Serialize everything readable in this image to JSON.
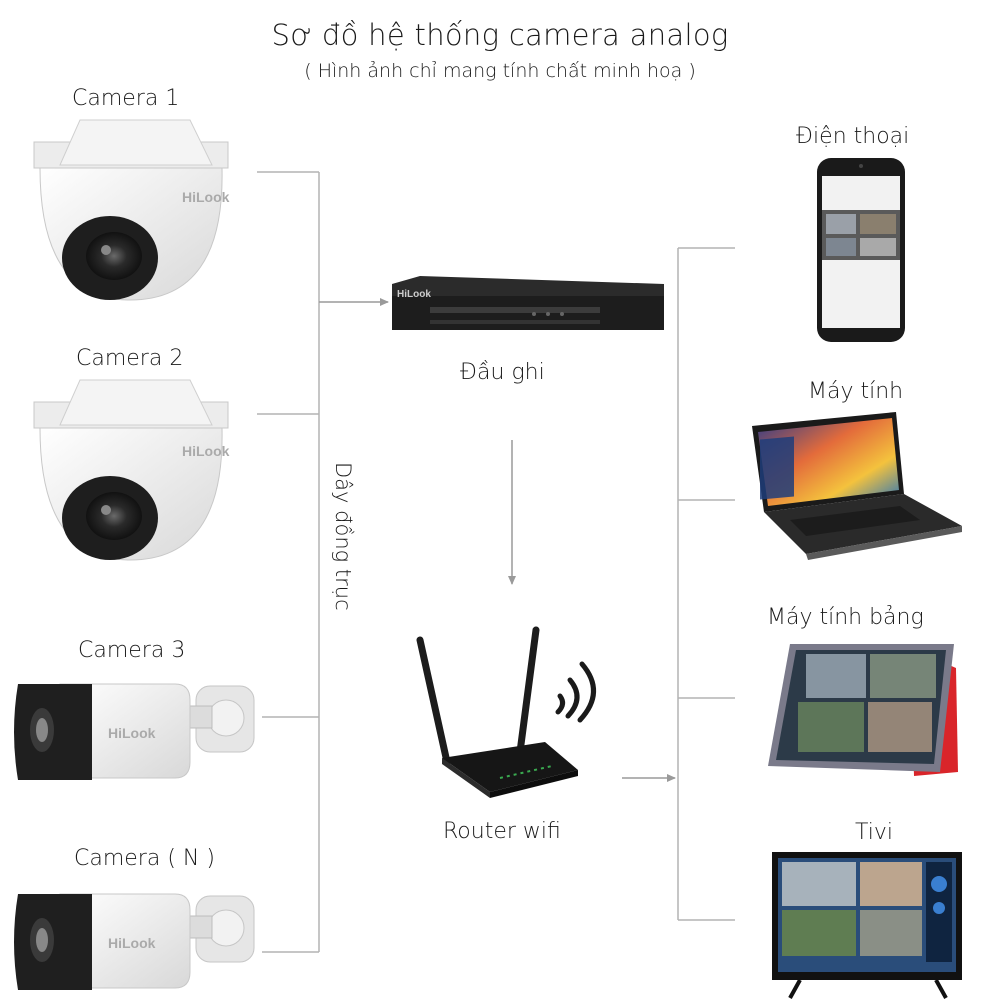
{
  "header": {
    "title": "Sơ đồ hệ thống camera analog",
    "subtitle": "( Hình ảnh chỉ mang tính chất minh hoạ )"
  },
  "cameras": [
    {
      "label": "Camera 1",
      "type": "dome",
      "brand": "HiLook"
    },
    {
      "label": "Camera 2",
      "type": "dome",
      "brand": "HiLook"
    },
    {
      "label": "Camera 3",
      "type": "bullet",
      "brand": "HiLook"
    },
    {
      "label": "Camera ( N )",
      "type": "bullet",
      "brand": "HiLook"
    }
  ],
  "cable": {
    "label": "Dây đồng trục"
  },
  "recorder": {
    "label": "Đầu ghi",
    "brand": "HiLook"
  },
  "router": {
    "label": "Router wifi"
  },
  "devices": [
    {
      "label": "Điện thoại",
      "icon": "smartphone-icon"
    },
    {
      "label": "Máy tính",
      "icon": "laptop-icon"
    },
    {
      "label": "Máy tính bảng",
      "icon": "tablet-icon"
    },
    {
      "label": "Tivi",
      "icon": "tv-icon"
    }
  ],
  "colors": {
    "line": "#b3b3b3",
    "arrow": "#9a9a9a",
    "device_dark": "#222222",
    "tablet_case": "#d9252a"
  }
}
